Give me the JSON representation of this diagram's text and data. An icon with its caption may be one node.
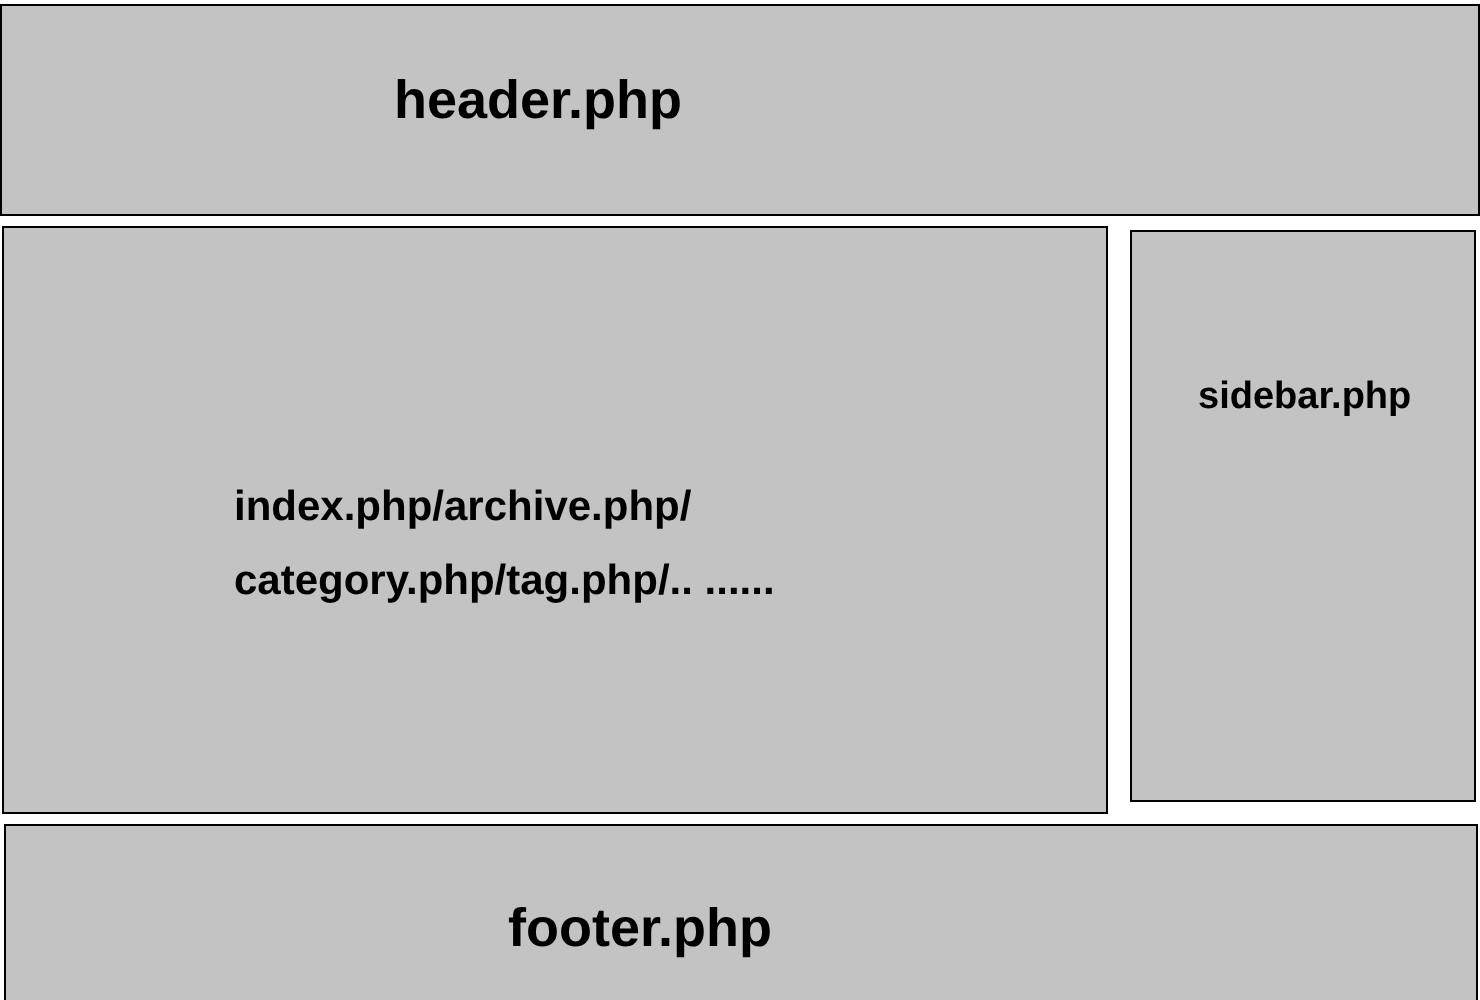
{
  "diagram": {
    "nodes": [
      {
        "text": [
          "header.php"
        ]
      },
      {
        "text": [
          "index.php/archive.php/ category.php/tag.php/.. ......"
        ]
      },
      {
        "text": [
          "sidebar.php"
        ]
      },
      {
        "text": [
          "footer.php"
        ]
      }
    ]
  }
}
